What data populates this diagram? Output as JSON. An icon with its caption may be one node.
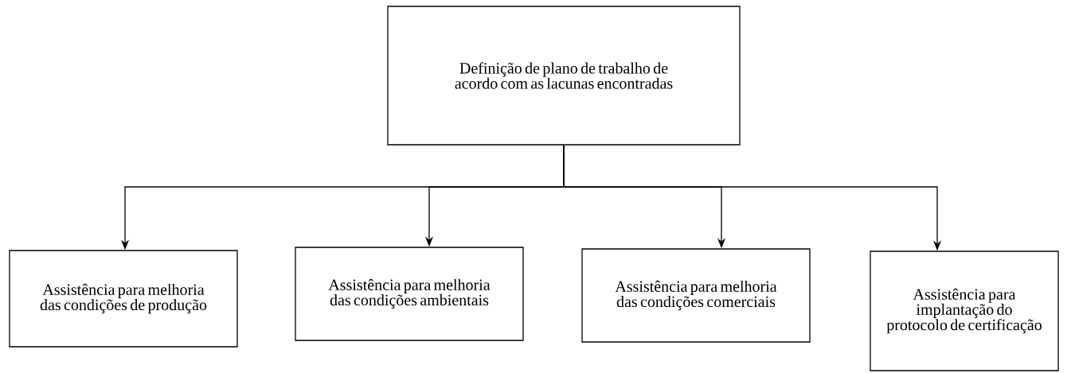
{
  "diagram": {
    "nodes": [
      {
        "text": [
          "Definição de plano de trabalho de acordo com as lacunas encontradas"
        ]
      },
      {
        "text": [
          "Assistência para melhoria das condições de produção"
        ]
      },
      {
        "text": [
          "Assistência para melhoria das condições ambientais"
        ]
      },
      {
        "text": [
          "Assistência para melhoria das condições comerciais"
        ]
      },
      {
        "text": [
          "Assistência para implantação do protocolo de certificação"
        ]
      }
    ],
    "edges": [
      {
        "from": 0,
        "to": 1,
        "arrow": "to"
      },
      {
        "from": 0,
        "to": 2,
        "arrow": "to"
      },
      {
        "from": 0,
        "to": 3,
        "arrow": "to"
      },
      {
        "from": 0,
        "to": 4,
        "arrow": "to"
      }
    ]
  }
}
